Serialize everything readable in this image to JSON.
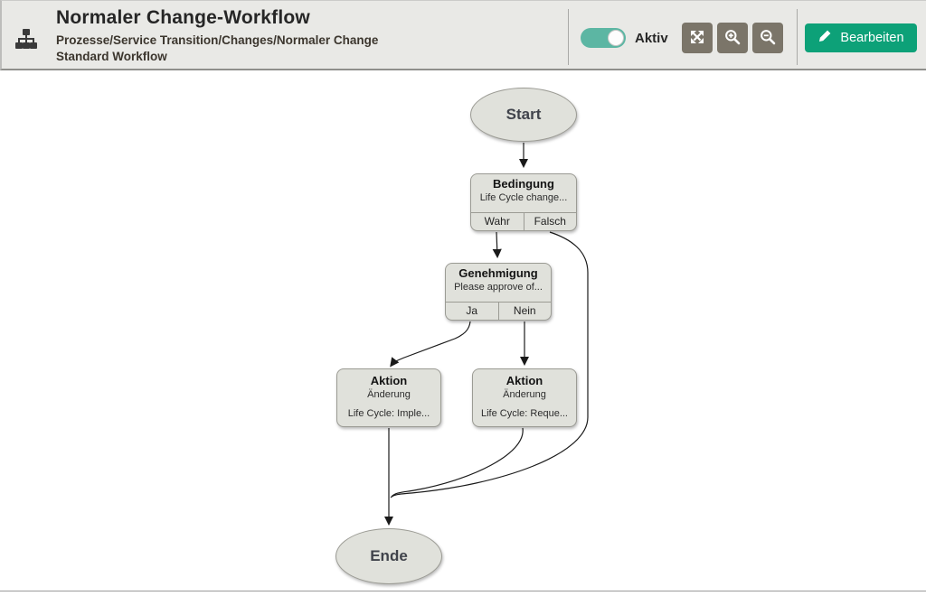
{
  "header": {
    "title": "Normaler Change-Workflow",
    "breadcrumb": "Prozesse/Service Transition/Changes/Normaler Change",
    "subtitle": "Standard Workflow",
    "toggle": {
      "label": "Aktiv",
      "state": "on"
    },
    "edit_label": "Bearbeiten",
    "tool_icons": [
      "fit-view",
      "zoom-in",
      "zoom-out"
    ]
  },
  "workflow": {
    "nodes": {
      "start": {
        "label": "Start"
      },
      "condition": {
        "title": "Bedingung",
        "subtitle": "Life Cycle change...",
        "port_true": "Wahr",
        "port_false": "Falsch"
      },
      "approval": {
        "title": "Genehmigung",
        "subtitle": "Please approve of...",
        "port_yes": "Ja",
        "port_no": "Nein"
      },
      "action_left": {
        "title": "Aktion",
        "subtitle": "Änderung",
        "detail": "Life Cycle: Imple..."
      },
      "action_right": {
        "title": "Aktion",
        "subtitle": "Änderung",
        "detail": "Life Cycle: Reque..."
      },
      "end": {
        "label": "Ende"
      }
    }
  },
  "colors": {
    "accent_green": "#0da178",
    "toggle_teal": "#5cb6a3",
    "tool_button_gray": "#7b7569",
    "header_bg": "#e9e9e6",
    "node_fill": "#e0e1db",
    "node_border": "#9b9b94",
    "edge_stroke": "#1a1a1a"
  }
}
